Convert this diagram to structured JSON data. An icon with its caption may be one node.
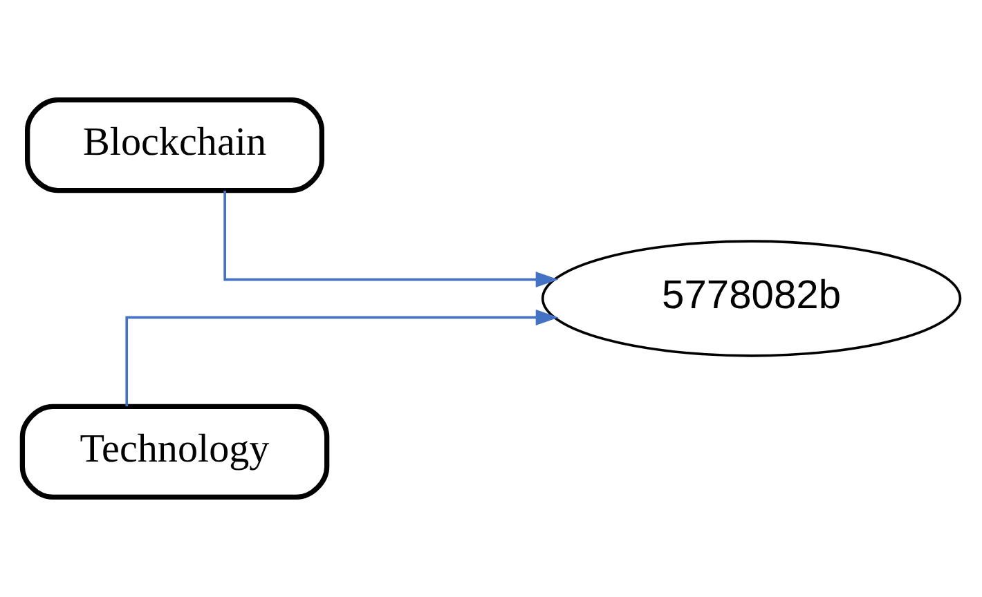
{
  "diagram": {
    "nodes": [
      {
        "text": [
          "Blockchain"
        ]
      },
      {
        "text": [
          "Technology"
        ]
      },
      {
        "text": [
          "5778082b"
        ]
      }
    ],
    "edges": [
      {
        "from": 0,
        "to": 2,
        "arrow": "to"
      },
      {
        "from": 1,
        "to": 2,
        "arrow": "to"
      }
    ]
  }
}
